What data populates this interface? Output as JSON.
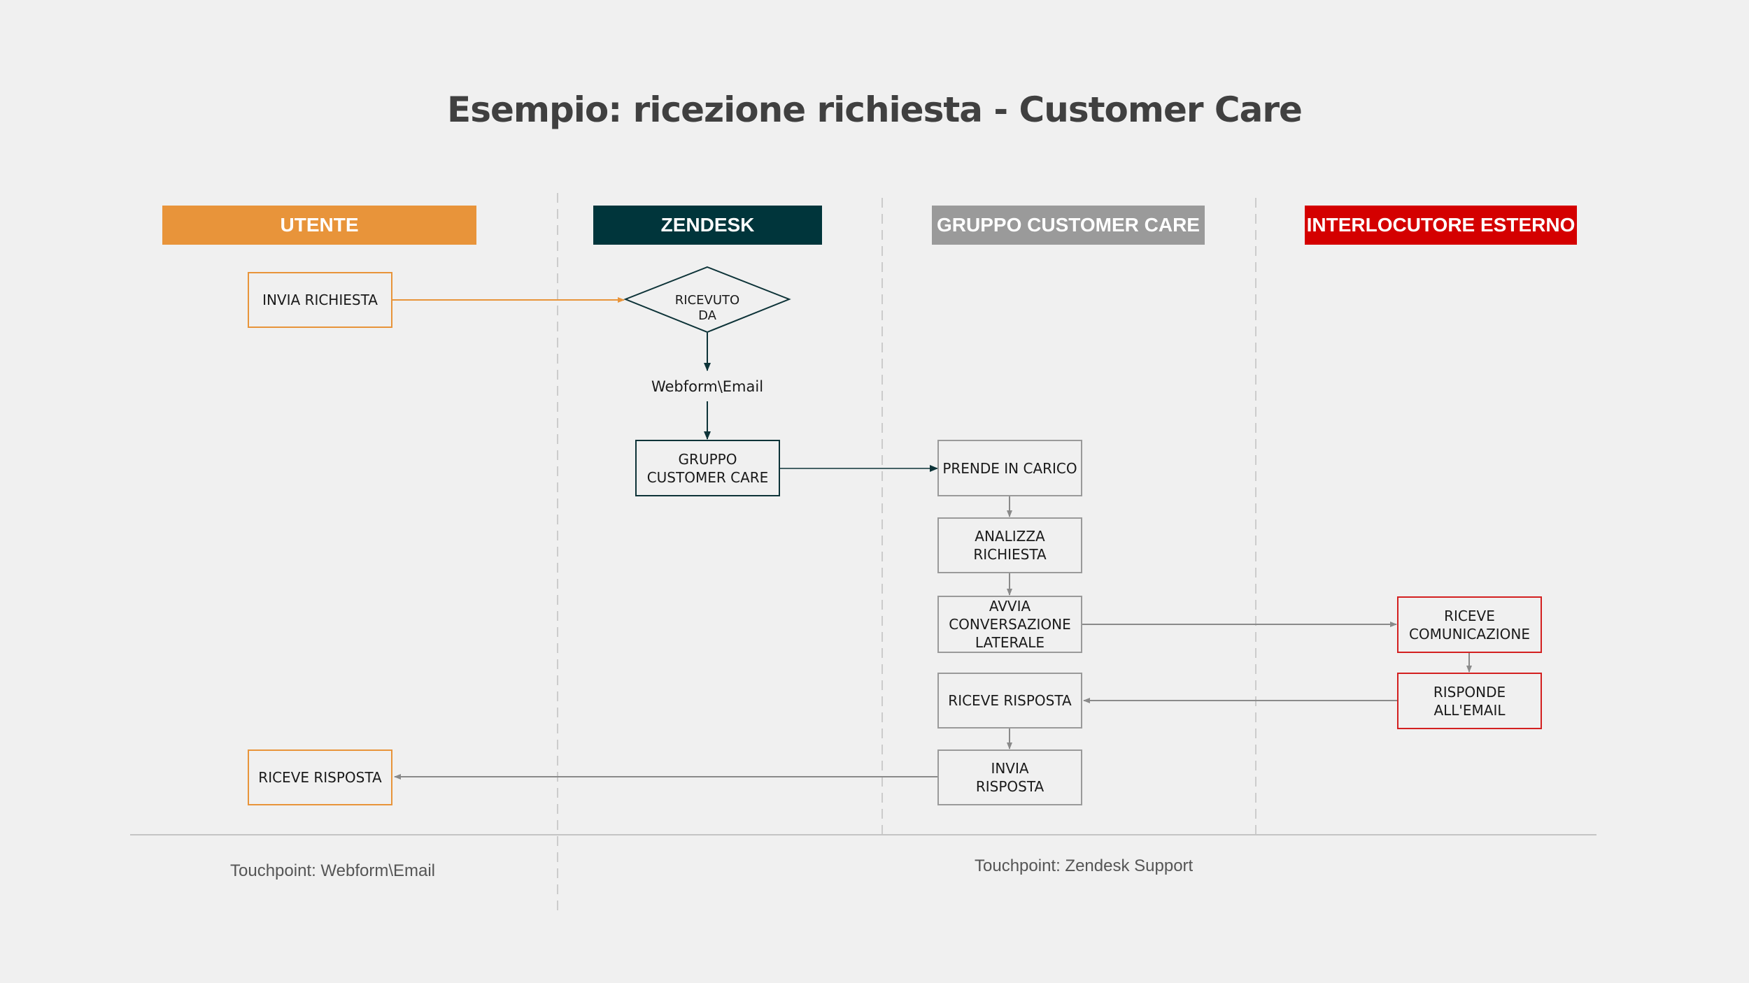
{
  "title": "Esempio: ricezione richiesta - Customer Care",
  "colors": {
    "utente": "#e8943a",
    "zendesk": "#00353b",
    "gruppo": "#9a9a9a",
    "esterno": "#d40000"
  },
  "lanes": {
    "utente": "UTENTE",
    "zendesk": "ZENDESK",
    "gruppo": "GRUPPO CUSTOMER CARE",
    "esterno": "INTERLOCUTORE ESTERNO"
  },
  "nodes": {
    "invia_richiesta": "INVIA RICHIESTA",
    "ricevuto_da": "RICEVUTO\nDA",
    "webform_email": "Webform\\Email",
    "gruppo_customer_care": "GRUPPO\nCUSTOMER CARE",
    "prende_in_carico": "PRENDE IN CARICO",
    "analizza_richiesta": "ANALIZZA\nRICHIESTA",
    "avvia_conversazione": "AVVIA\nCONVERSAZIONE\nLATERALE",
    "riceve_risposta_gruppo": "RICEVE RISPOSTA",
    "invia_risposta": "INVIA\nRISPOSTA",
    "riceve_risposta_utente": "RICEVE RISPOSTA",
    "riceve_comunicazione": "RICEVE\nCOMUNICAZIONE",
    "risponde_email": "RISPONDE\nALL'EMAIL"
  },
  "footer": {
    "touchpoint_left": "Touchpoint: Webform\\Email",
    "touchpoint_right": "Touchpoint: Zendesk Support"
  }
}
